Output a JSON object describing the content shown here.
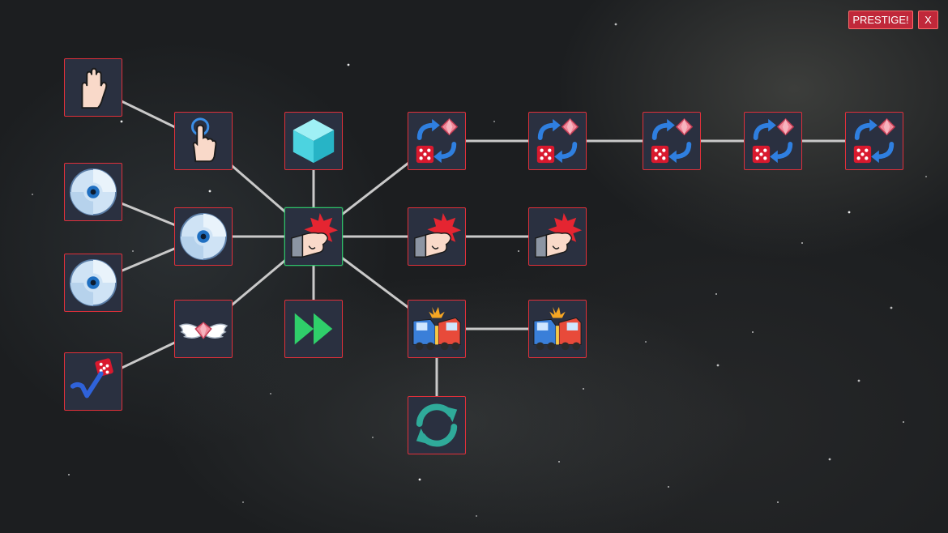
{
  "header": {
    "prestige_label": "PRESTIGE!",
    "close_label": "X"
  },
  "colors": {
    "node_border": "#e0303a",
    "active_border": "#2fbf6a",
    "node_bg": "#2a3040",
    "button_bg": "#c0283a"
  },
  "nodes": [
    {
      "id": "hand",
      "icon": "hand-icon"
    },
    {
      "id": "tap",
      "icon": "tap-finger-icon"
    },
    {
      "id": "disc-1",
      "icon": "disc-icon"
    },
    {
      "id": "disc-2",
      "icon": "disc-icon"
    },
    {
      "id": "disc-3",
      "icon": "disc-icon"
    },
    {
      "id": "winged-gem",
      "icon": "winged-gem-icon"
    },
    {
      "id": "dice-check",
      "icon": "dice-check-icon"
    },
    {
      "id": "cube",
      "icon": "cube-icon"
    },
    {
      "id": "punch-center",
      "icon": "punch-icon",
      "state": "active"
    },
    {
      "id": "fast-forward",
      "icon": "fast-forward-icon"
    },
    {
      "id": "reroll-1",
      "icon": "dice-gem-swap-icon"
    },
    {
      "id": "reroll-2",
      "icon": "dice-gem-swap-icon"
    },
    {
      "id": "reroll-3",
      "icon": "dice-gem-swap-icon"
    },
    {
      "id": "reroll-4",
      "icon": "dice-gem-swap-icon"
    },
    {
      "id": "reroll-5",
      "icon": "dice-gem-swap-icon"
    },
    {
      "id": "punch-2",
      "icon": "punch-icon"
    },
    {
      "id": "punch-3",
      "icon": "punch-icon"
    },
    {
      "id": "crash-1",
      "icon": "truck-crash-icon"
    },
    {
      "id": "crash-2",
      "icon": "truck-crash-icon"
    },
    {
      "id": "refresh",
      "icon": "refresh-icon"
    }
  ]
}
